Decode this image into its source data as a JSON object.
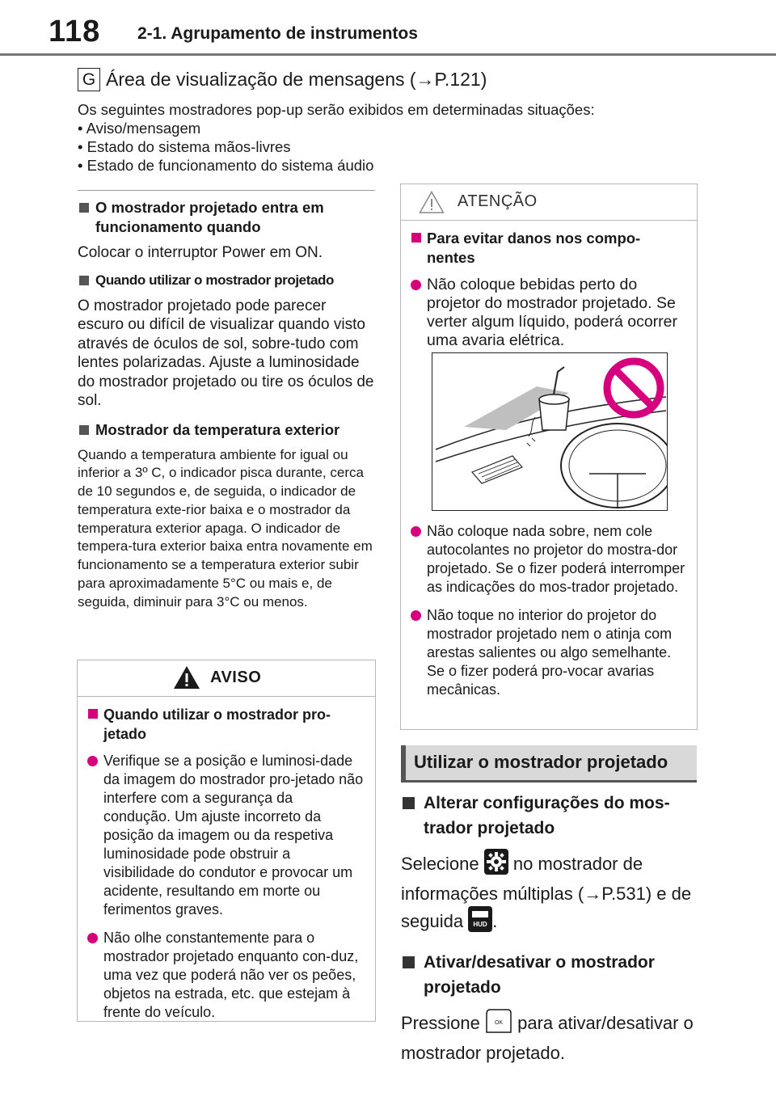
{
  "header": {
    "page_number": "118",
    "section": "2-1. Agrupamento de instrumentos"
  },
  "g_item": {
    "marker": "G",
    "heading": "Área de visualização de mensagens (→P.121)"
  },
  "intro": {
    "text": "Os seguintes mostradores pop-up serão exibidos em determinadas situações:",
    "bullets": [
      "• Aviso/mensagem",
      "• Estado do sistema mãos-livres",
      "• Estado de funcionamento do sistema áudio"
    ]
  },
  "left": {
    "s1_heading": "O mostrador projetado entra em funcionamento quando",
    "s1_text": "Colocar o interruptor Power  em ON.",
    "s2_heading": "Quando utilizar o mostrador projetado",
    "s2_text": "O mostrador projetado pode parecer escuro ou difícil de visualizar quando visto através de óculos de sol, sobre-tudo com lentes polarizadas. Ajuste a luminosidade do mostrador projetado ou tire os óculos de sol.",
    "s3_heading": "Mostrador da temperatura exterior",
    "s3_text": "Quando a temperatura ambiente for igual ou inferior a 3º C, o indicador pisca durante, cerca de 10 segundos e, de seguida, o indicador de temperatura exte-rior baixa e o mostrador da temperatura exterior apaga. O indicador de tempera-tura exterior baixa entra novamente em funcionamento se a temperatura exterior subir para aproximadamente 5°C ou mais e, de seguida, diminuir para 3°C ou menos."
  },
  "aviso": {
    "title": "AVISO",
    "heading": "Quando utilizar o mostrador pro-jetado",
    "item1": "Verifique se a posição e luminosi-dade da imagem do mostrador pro-jetado não interfere com a segurança da condução. Um ajuste incorreto da posição da imagem ou da respetiva luminosidade pode obstruir a visibilidade do condutor e provocar um acidente, resultando em morte ou ferimentos graves.",
    "item2": "Não olhe constantemente para o mostrador projetado enquanto con-duz, uma vez que poderá não ver os peões, objetos na estrada, etc. que estejam à frente do veículo."
  },
  "atencao": {
    "title": "ATENÇÃO",
    "heading": "Para evitar danos nos compo-nentes",
    "item1": "Não coloque bebidas perto do projetor do mostrador projetado. Se verter algum líquido, poderá ocorrer uma avaria elétrica.",
    "item2": "Não coloque nada sobre, nem cole autocolantes no projetor do mostra-dor projetado. Se o fizer poderá interromper as indicações do mos-trador projetado.",
    "item3": "Não toque no interior do projetor do mostrador projetado nem o atinja com arestas salientes ou algo semelhante. Se o fizer poderá pro-vocar avarias mecânicas."
  },
  "right": {
    "bar_title": "Utilizar o mostrador projetado",
    "r1_heading": "Alterar configurações do mos-trador projetado",
    "r1_pre": "Selecione",
    "r1_mid": "no mostrador de informações múltiplas (→P.531) e de seguida",
    "r1_end": ".",
    "hud_label": "HUD",
    "r2_heading": "Ativar/desativar o mostrador projetado",
    "r2_pre": "Pressione",
    "r2_post": "para ativar/desativar o mostrador projetado.",
    "ok_label": "OK"
  },
  "colors": {
    "accent": "#d6007e",
    "rule": "#777777"
  },
  "icons": [
    "warning-triangle-icon",
    "gear-icon",
    "hud-icon",
    "ok-button-icon",
    "prohibition-icon"
  ]
}
